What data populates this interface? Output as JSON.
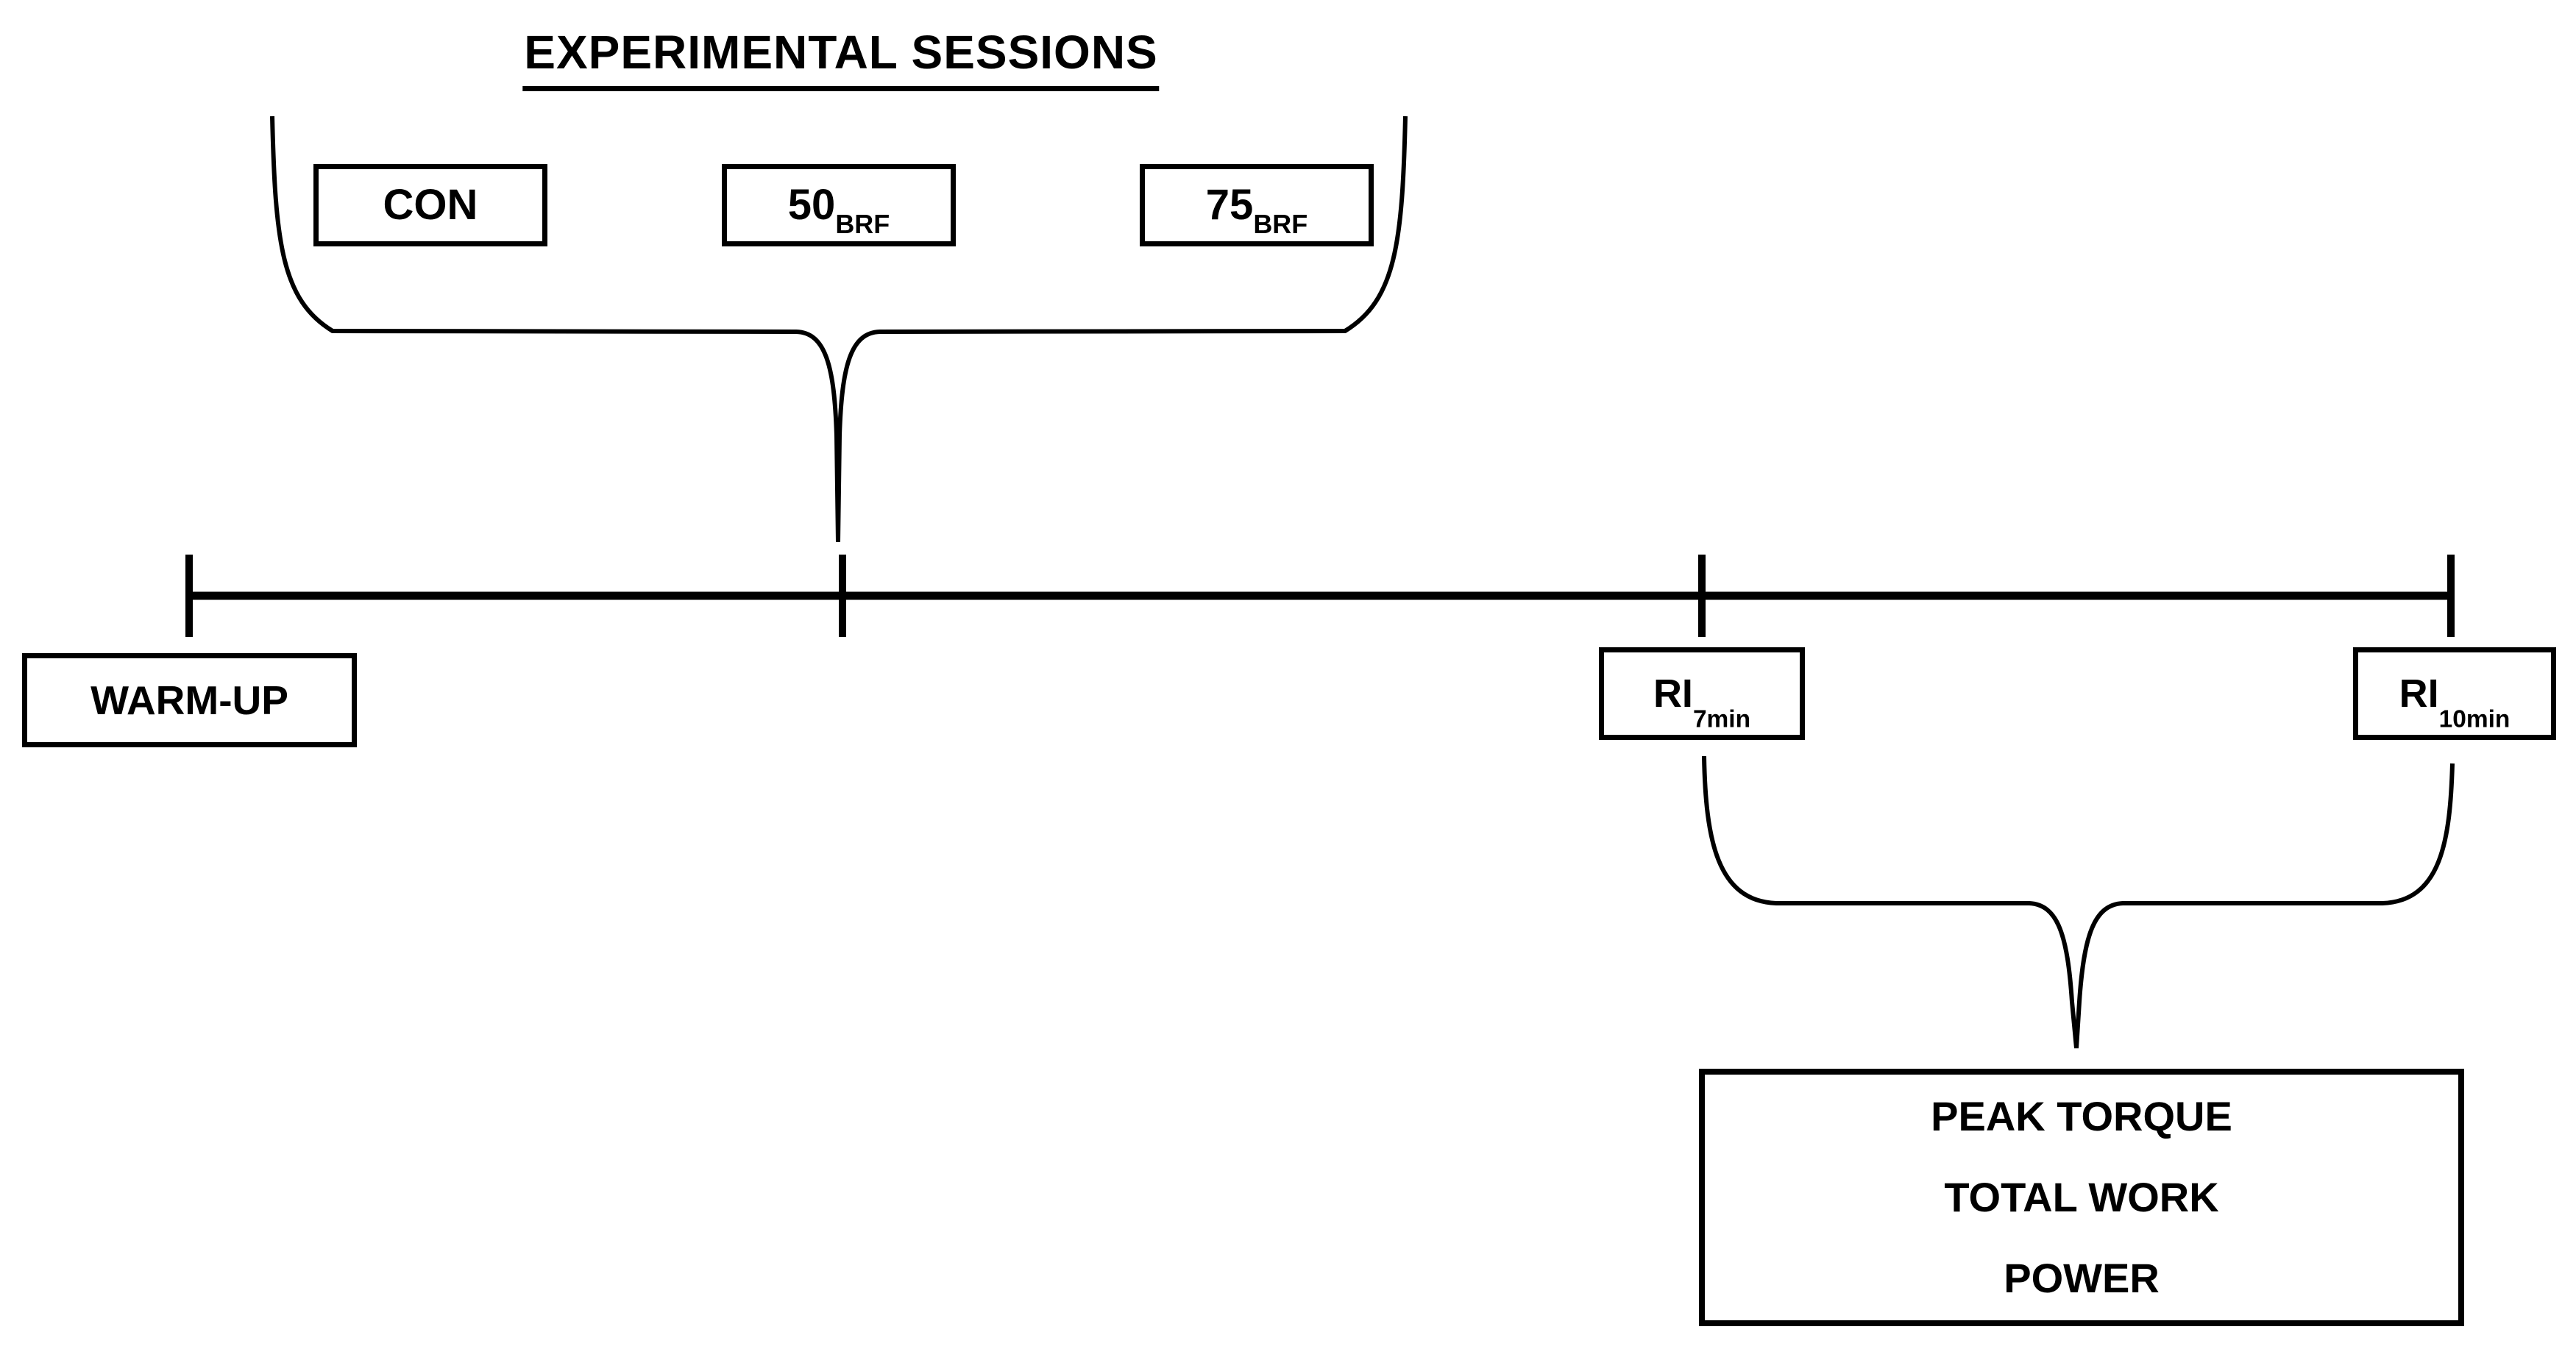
{
  "colors": {
    "ink": "#000000",
    "background": "#ffffff"
  },
  "title": "EXPERIMENTAL SESSIONS",
  "session_boxes": [
    {
      "main": "CON",
      "sub": ""
    },
    {
      "main": "50",
      "sub": "BRF"
    },
    {
      "main": "75",
      "sub": "BRF"
    }
  ],
  "timeline_boxes": {
    "warmup": "WARM-UP",
    "rest_interval_7": {
      "main": "RI",
      "sub": "7min"
    },
    "rest_interval_10": {
      "main": "RI",
      "sub": "10min"
    }
  },
  "outcomes_box": {
    "lines": [
      "PEAK TORQUE",
      "TOTAL WORK",
      "POWER"
    ]
  }
}
